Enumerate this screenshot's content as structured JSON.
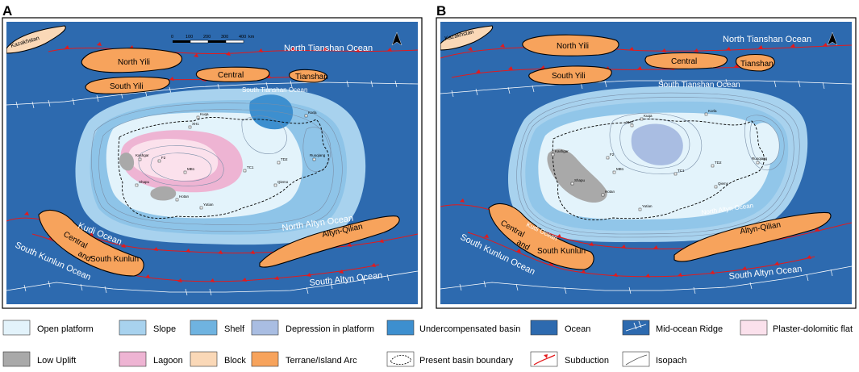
{
  "panels": {
    "a": {
      "letter": "A",
      "scale_bar": {
        "ticks": [
          "0",
          "100",
          "200",
          "300",
          "400"
        ],
        "unit": "km"
      },
      "north_tianshan_ocean": "North Tianshan Ocean",
      "south_tianshan_ocean": "South Tianshan Ocean",
      "north_altyn_ocean": "North Altyn Ocean",
      "south_altyn_ocean": "South Altyn Ocean",
      "kudi_ocean": "Kudi Ocean",
      "south_kunlun_ocean": "South Kunlun Ocean",
      "kazakhstan": "Kazakhstan",
      "north_yili": "North Yili",
      "south_yili": "South Yili",
      "central": "Central",
      "tianshan": "Tianshan",
      "altyn_qilian": "Altyn-Qilian",
      "central_kunlun": [
        "Central",
        "and",
        "South Kunlun"
      ],
      "sites": [
        "Kuqa",
        "Korla",
        "XH1",
        "Kashgar",
        "F2",
        "MB1",
        "TC1",
        "TD2",
        "Ruoqiang",
        "Shapu",
        "Qiemo",
        "Hotan",
        "Yutian"
      ]
    },
    "b": {
      "letter": "B",
      "north_tianshan_ocean": "North Tianshan Ocean",
      "south_tianshan_ocean": "South Tianshan Ocean",
      "north_altyn_ocean": "North Altyn Ocean",
      "south_altyn_ocean": "South Altyn Ocean",
      "kudi_ocean": "Kudi Ocean",
      "south_kunlun_ocean": "South Kunlun Ocean",
      "kazakhstan": "Kazakhstan",
      "north_yili": "North Yili",
      "south_yili": "South Yili",
      "central": "Central",
      "tianshan": "Tianshan",
      "altyn_qilian": "Altyn-Qilian",
      "central_kunlun": [
        "Central",
        "and",
        "South Kunlun"
      ],
      "sites": [
        "Kuqa",
        "Korla",
        "XH1",
        "Kashgar",
        "F2",
        "MB1",
        "TC1",
        "TD2",
        "Ruoqiang",
        "Shapu",
        "Qiemo",
        "Hotan",
        "Yutian"
      ]
    }
  },
  "legend": [
    {
      "label": "Open platform",
      "color": "#e3f3fb"
    },
    {
      "label": "Slope",
      "color": "#a8d2ee"
    },
    {
      "label": "Shelf",
      "color": "#6fb3e0"
    },
    {
      "label": "Depression in platform",
      "color": "#a9bde2"
    },
    {
      "label": "Undercompensated basin",
      "color": "#3d8fcf"
    },
    {
      "label": "Ocean",
      "color": "#2d6aaf"
    },
    {
      "label": "Mid-ocean Ridge",
      "color": "#2d6aaf"
    },
    {
      "label": "Plaster-dolomitic flat",
      "color": "#fbe1ec"
    },
    {
      "label": "Low Uplift",
      "color": "#a9a9a9"
    },
    {
      "label": "Lagoon",
      "color": "#eeb4d3"
    },
    {
      "label": "Block",
      "color": "#fad8b7"
    },
    {
      "label": "Terrane/Island Arc",
      "color": "#f7a35c"
    },
    {
      "label": "Present basin boundary",
      "color": "#ffffff"
    },
    {
      "label": "Subduction",
      "color": "#e31a1c"
    },
    {
      "label": "Isopach",
      "color": "#ffffff"
    }
  ],
  "colors": {
    "ocean": "#2d6aaf",
    "shelf": "#6fb3e0",
    "slope": "#a8d2ee",
    "open_platform": "#e3f3fb",
    "terrane": "#f7a35c",
    "block": "#fad8b7",
    "lagoon": "#eeb4d3",
    "plaster": "#fbe1ec",
    "low_uplift": "#a9a9a9",
    "depression": "#a9bde2",
    "subduction": "#e31a1c"
  }
}
